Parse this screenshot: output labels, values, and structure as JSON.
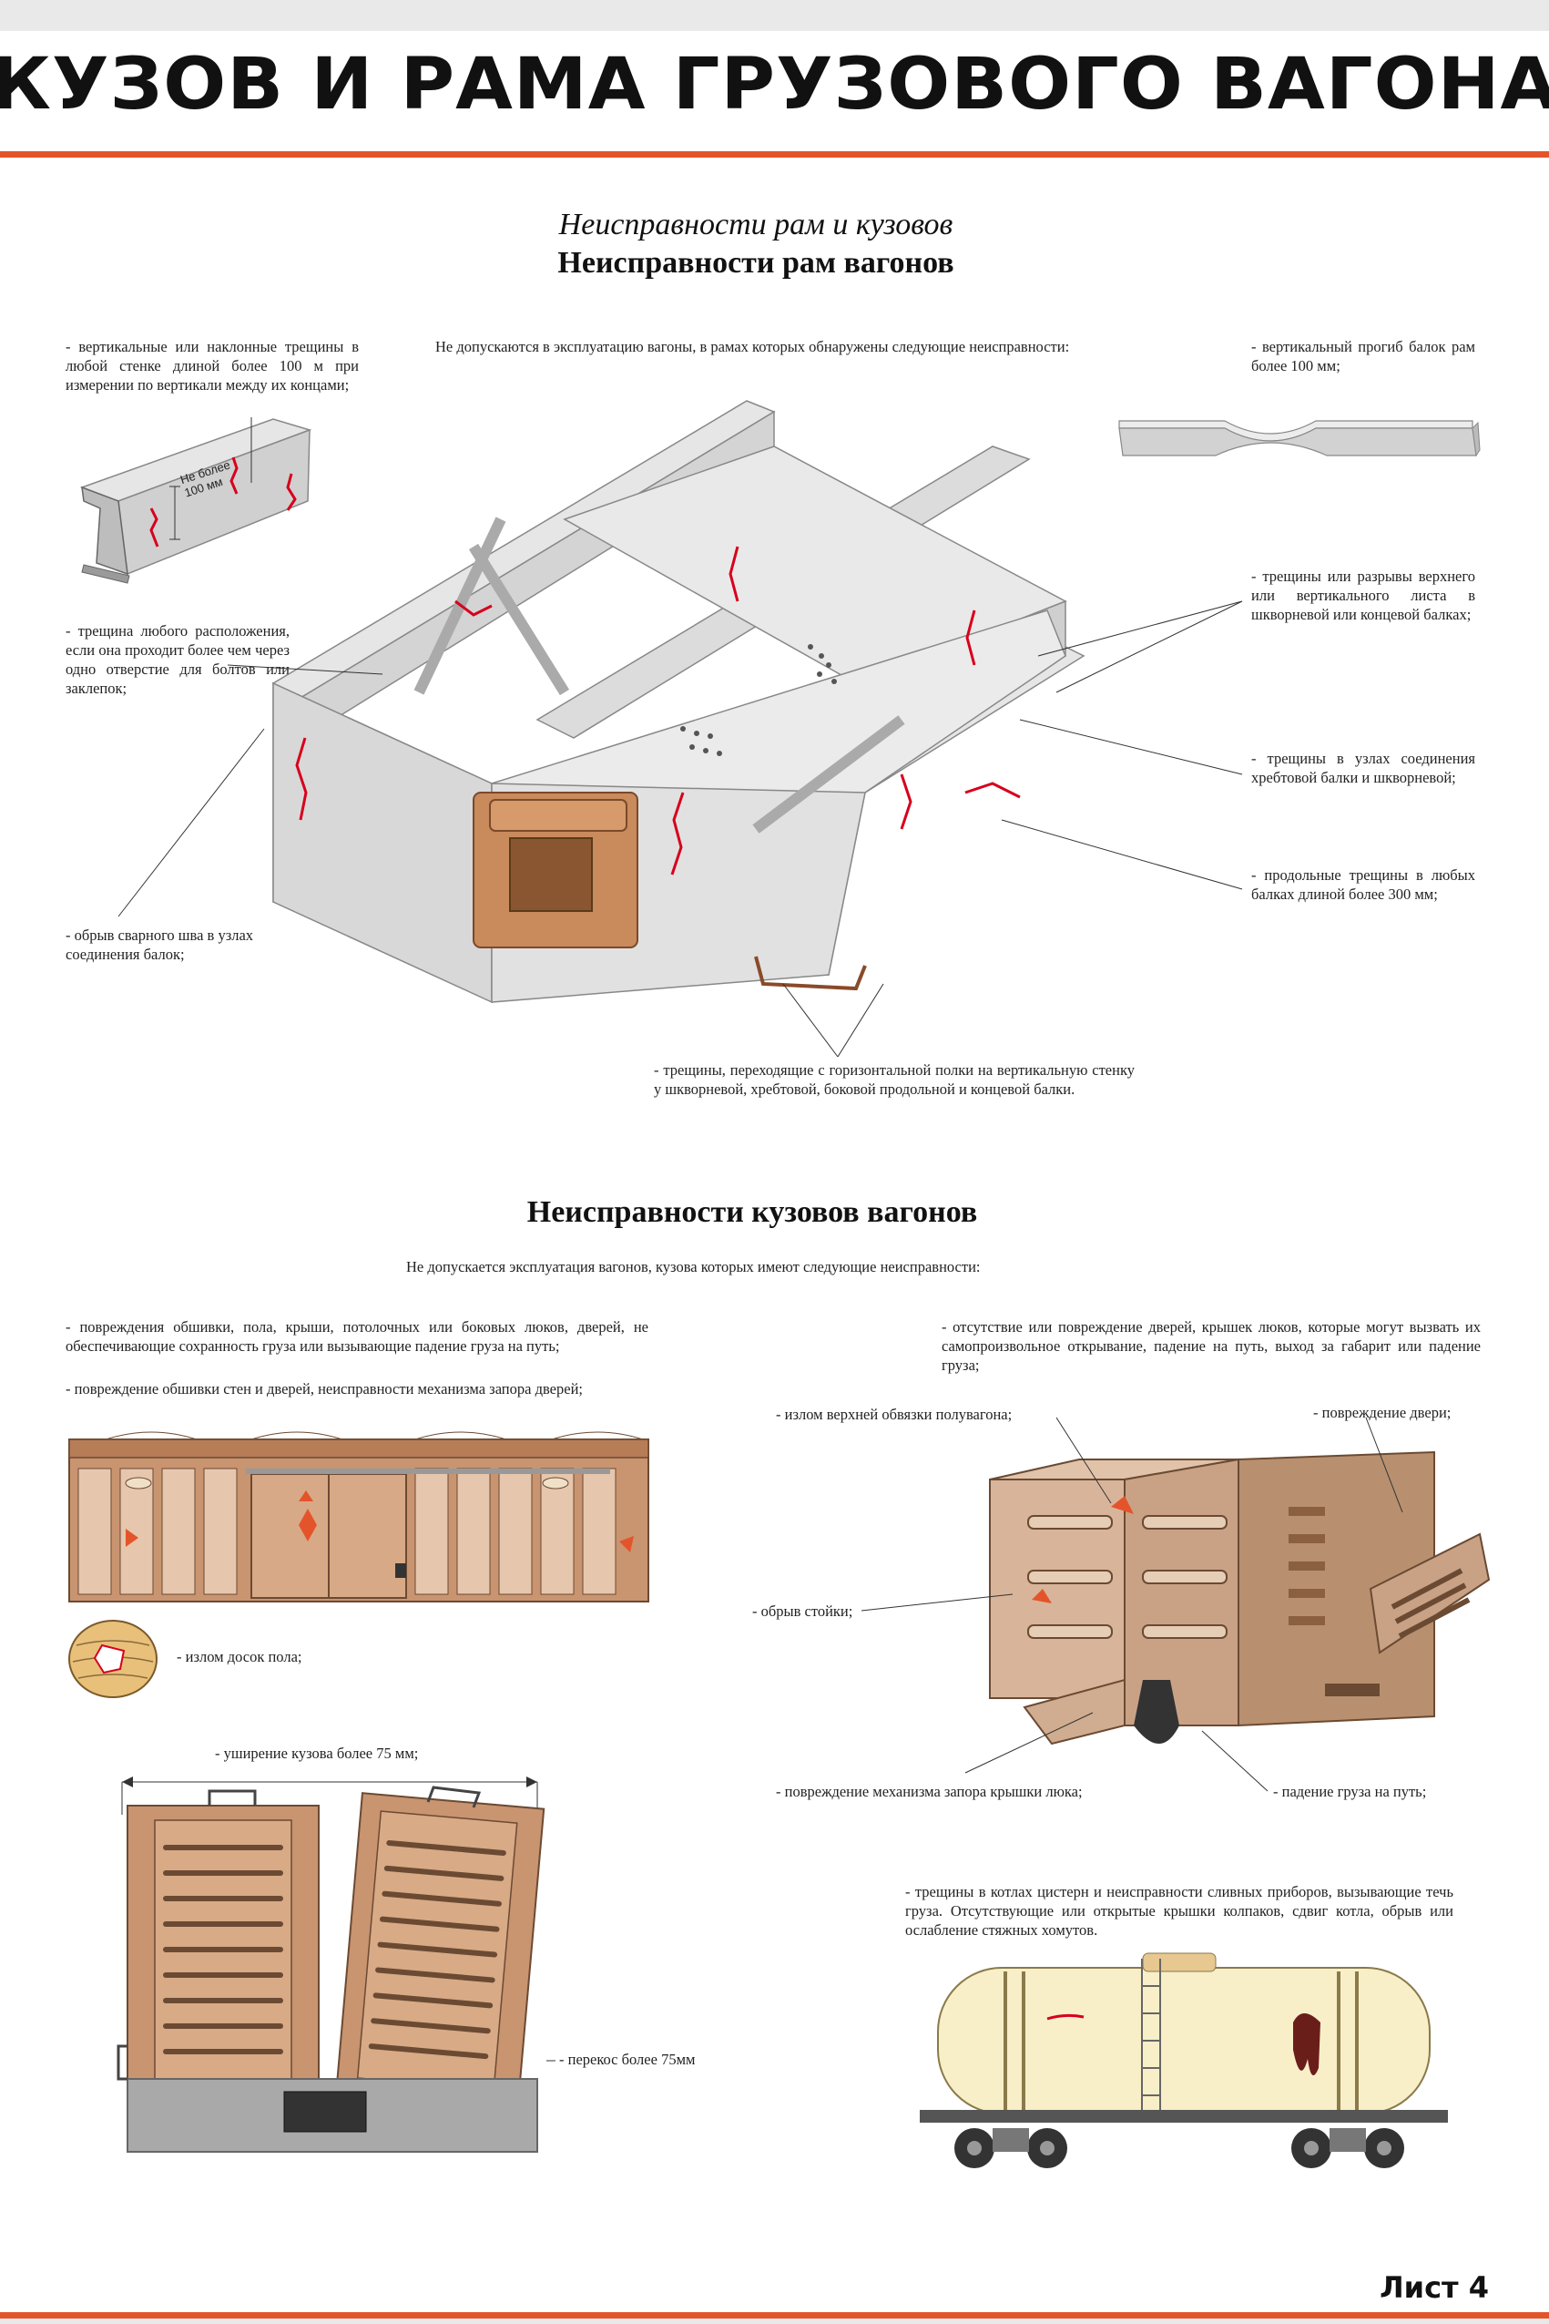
{
  "header": {
    "title": "КУЗОВ И РАМА ГРУЗОВОГО ВАГОНА"
  },
  "section_frames": {
    "subtitle": "Неисправности рам и кузовов",
    "title": "Неисправности рам вагонов",
    "intro": "Не допускаются в эксплуатацию вагоны, в рамах которых обнаружены следующие неисправности:",
    "callouts": {
      "vertical_cracks": "- вертикальные или наклонные трещины в любой стенке длиной более 100 м при измерении по вертикали между их концами;",
      "any_crack": "- трещина любого расположения, если она проходит более чем через одно отверстие для болтов или заклепок;",
      "weld_break": "- обрыв сварного шва в узлах соединения балок;",
      "deflection": "- вертикальный прогиб балок рам более 100 мм;",
      "sheet_cracks": "- трещины или разрывы верхнего или вертикального листа в шкворневой или концевой балках;",
      "joint_cracks": "- трещины в узлах соединения хребтовой балки и шкворневой;",
      "long_cracks": "- продольные трещины в любых балках длиной более 300 мм;",
      "flange_cracks": "- трещины, переходящие с горизонтальной полки на вертикальную стенку у шкворневой, хребтовой, боковой продольной и концевой балки."
    },
    "beam_label": "Не более 100 мм"
  },
  "section_bodies": {
    "title": "Неисправности  кузовов  вагонов",
    "intro": "Не допускается эксплуатация вагонов, кузова которых имеют следующие неисправности:",
    "callouts": {
      "sheathing": "- повреждения обшивки, пола, крыши, потолочных или боковых люков, дверей, не обеспечивающие сохранность груза или вызывающие падение груза на путь;",
      "walls": "- повреждение обшивки стен и дверей, неисправности механизма запора дверей;",
      "floor": "- излом досок пола;",
      "widening": "- уширение кузова более 75 мм;",
      "skew": "- перекос более 75мм",
      "doors_missing": "- отсутствие или повреждение дверей, крышек люков, которые могут вызвать их самопроизвольное открывание, падение на путь, выход за габарит или падение груза;",
      "top_chord": "- излом верхней обвязки полувагона;",
      "door_damage": "- повреждение двери;",
      "post_break": "- обрыв стойки;",
      "hatch_lock": "- повреждение механизма запора крышки люка;",
      "cargo_fall": "- падение груза на путь;",
      "tank": "- трещины в котлах цистерн и неисправности сливных приборов, вызывающие течь груза. Отсутствующие или открытые крышки колпаков, сдвиг котла, обрыв или ослабление стяжных хомутов."
    }
  },
  "footer": {
    "sheet": "Лист 4"
  },
  "colors": {
    "accent": "#e4542b",
    "frame": "#d9d9d9",
    "wood": "#a9795a",
    "tank": "#f8efc8",
    "crack": "#d7001c"
  }
}
